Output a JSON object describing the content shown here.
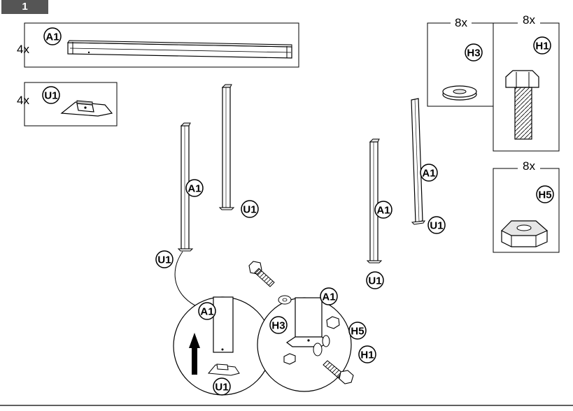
{
  "step": {
    "number": "1",
    "badge_color": "#555555"
  },
  "parts": {
    "A1": {
      "label": "A1",
      "qty": "4x"
    },
    "U1": {
      "label": "U1",
      "qty": "4x"
    },
    "H3": {
      "label": "H3",
      "qty": "8x"
    },
    "H1": {
      "label": "H1",
      "qty": "8x"
    },
    "H5": {
      "label": "H5",
      "qty": "8x"
    }
  },
  "callouts": {
    "post1_profile": "A1",
    "post1_base": "U1",
    "post2_base": "U1",
    "post3_profile": "A1",
    "post3_base": "U1",
    "post4_profile": "A1",
    "post4_base": "U1",
    "detail_left_profile": "A1",
    "detail_left_base": "U1",
    "detail_right_profile": "A1",
    "detail_right_washer": "H3",
    "detail_right_nut": "H5",
    "detail_right_bolt": "H1"
  },
  "colors": {
    "ink": "#000000",
    "paper": "#ffffff",
    "shade": "#e6e6e6",
    "shade_dark": "#bdbdbd"
  }
}
